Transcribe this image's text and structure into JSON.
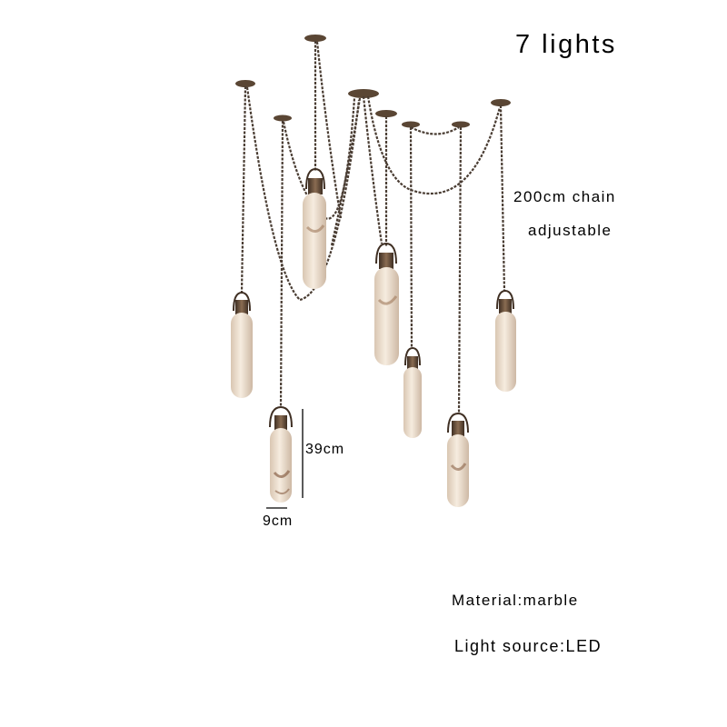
{
  "product": {
    "title": "7 lights",
    "chain_line1": "200cm chain",
    "chain_line2": "adjustable",
    "height_label": "39cm",
    "width_label": "9cm",
    "material": "Material:marble",
    "light_source": "Light source:LED"
  },
  "colors": {
    "background": "#ffffff",
    "chain": "#4a3d33",
    "canopy": "#5a4634",
    "brass_cap": "#6b5440",
    "marble_light": "#f3e6d3",
    "marble_vein": "#9a7458",
    "text": "#000000"
  }
}
